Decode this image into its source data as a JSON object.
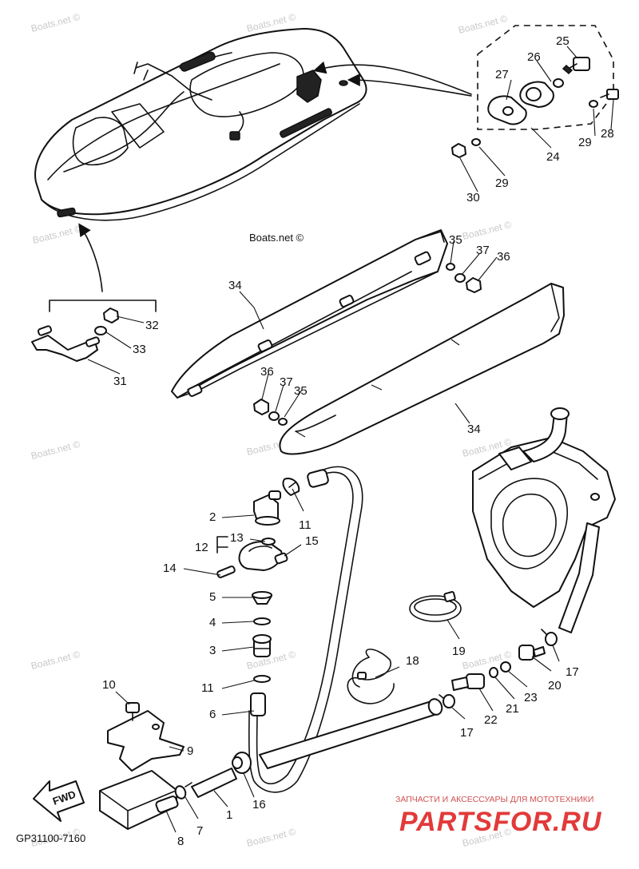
{
  "watermarks": [
    "Boats.net ©",
    "Boats.net ©",
    "Boats.net ©",
    "Boats.net ©",
    "Boats.net ©",
    "Boats.net ©",
    "Boats.net ©",
    "Boats.net ©",
    "Boats.net ©",
    "Boats.net ©",
    "Boats.net ©",
    "Boats.net ©",
    "Boats.net ©",
    "Boats.net ©"
  ],
  "center_watermark": "Boats.net ©",
  "callouts": [
    "1",
    "2",
    "3",
    "4",
    "5",
    "6",
    "7",
    "8",
    "9",
    "10",
    "11",
    "11",
    "12",
    "13",
    "14",
    "15",
    "16",
    "17",
    "17",
    "18",
    "19",
    "20",
    "21",
    "22",
    "23",
    "24",
    "25",
    "26",
    "27",
    "28",
    "29",
    "29",
    "30",
    "31",
    "32",
    "33",
    "34",
    "34",
    "35",
    "35",
    "36",
    "36",
    "37",
    "37"
  ],
  "fwd_label": "FWD",
  "diagram_code": "GP31100-7160",
  "brand": {
    "tagline": "ЗАПЧАСТИ И АКСЕССУАРЫ ДЛЯ МОТОТЕХНИКИ",
    "name": "PARTSFOR.RU"
  }
}
